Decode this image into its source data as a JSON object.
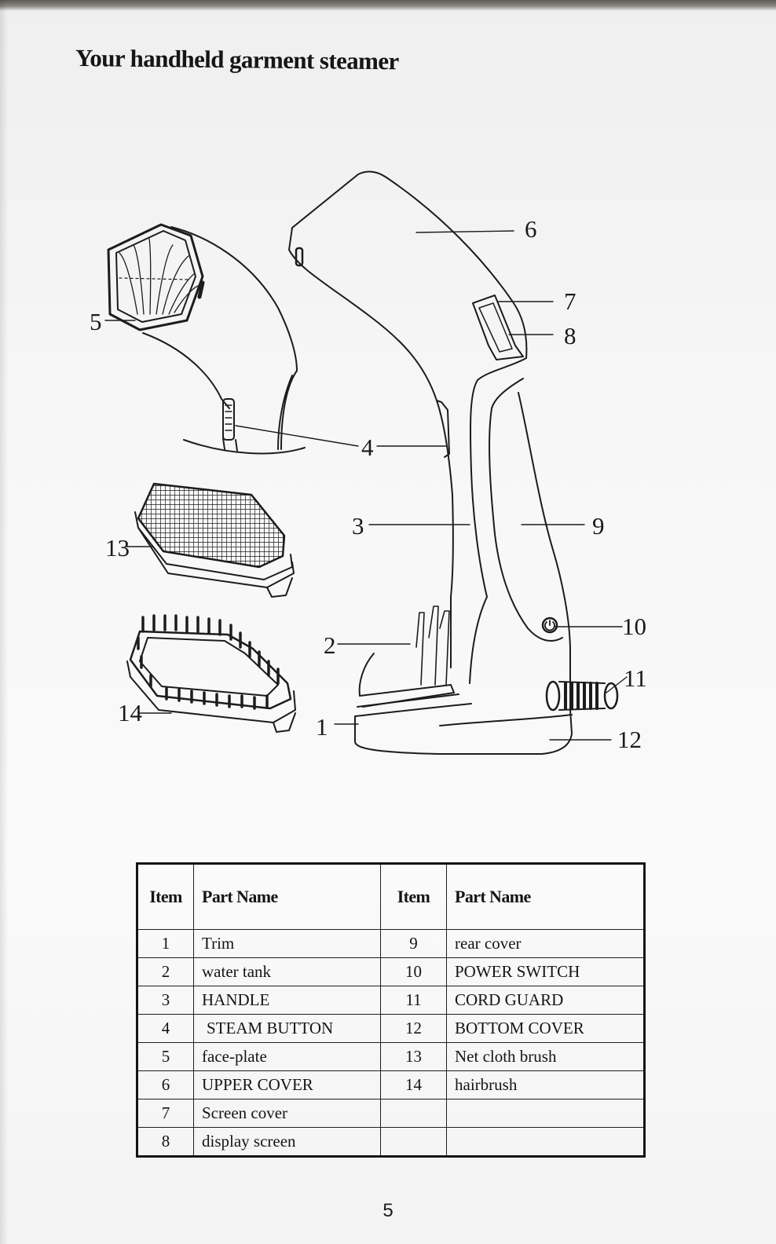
{
  "title": "Your handheld garment steamer",
  "callouts": [
    "1",
    "2",
    "3",
    "4",
    "5",
    "6",
    "7",
    "8",
    "9",
    "10",
    "11",
    "12",
    "13",
    "14"
  ],
  "table": {
    "headers": [
      "Item",
      "Part Name",
      "Item",
      "Part Name"
    ],
    "left_rows": [
      {
        "item": "1",
        "name": "Trim"
      },
      {
        "item": "2",
        "name": "water tank"
      },
      {
        "item": "3",
        "name": "HANDLE"
      },
      {
        "item": "4",
        "name": "STEAM BUTTON"
      },
      {
        "item": "5",
        "name": "face-plate"
      },
      {
        "item": "6",
        "name": "UPPER COVER"
      },
      {
        "item": "7",
        "name": "Screen cover"
      },
      {
        "item": "8",
        "name": "display screen"
      }
    ],
    "right_rows": [
      {
        "item": "9",
        "name": "rear cover"
      },
      {
        "item": "10",
        "name": "POWER SWITCH"
      },
      {
        "item": "11",
        "name": "CORD GUARD"
      },
      {
        "item": "12",
        "name": "BOTTOM COVER"
      },
      {
        "item": "13",
        "name": "Net cloth brush"
      },
      {
        "item": "14",
        "name": "hairbrush"
      },
      {
        "item": "",
        "name": ""
      },
      {
        "item": "",
        "name": ""
      }
    ]
  },
  "page_number": "5"
}
